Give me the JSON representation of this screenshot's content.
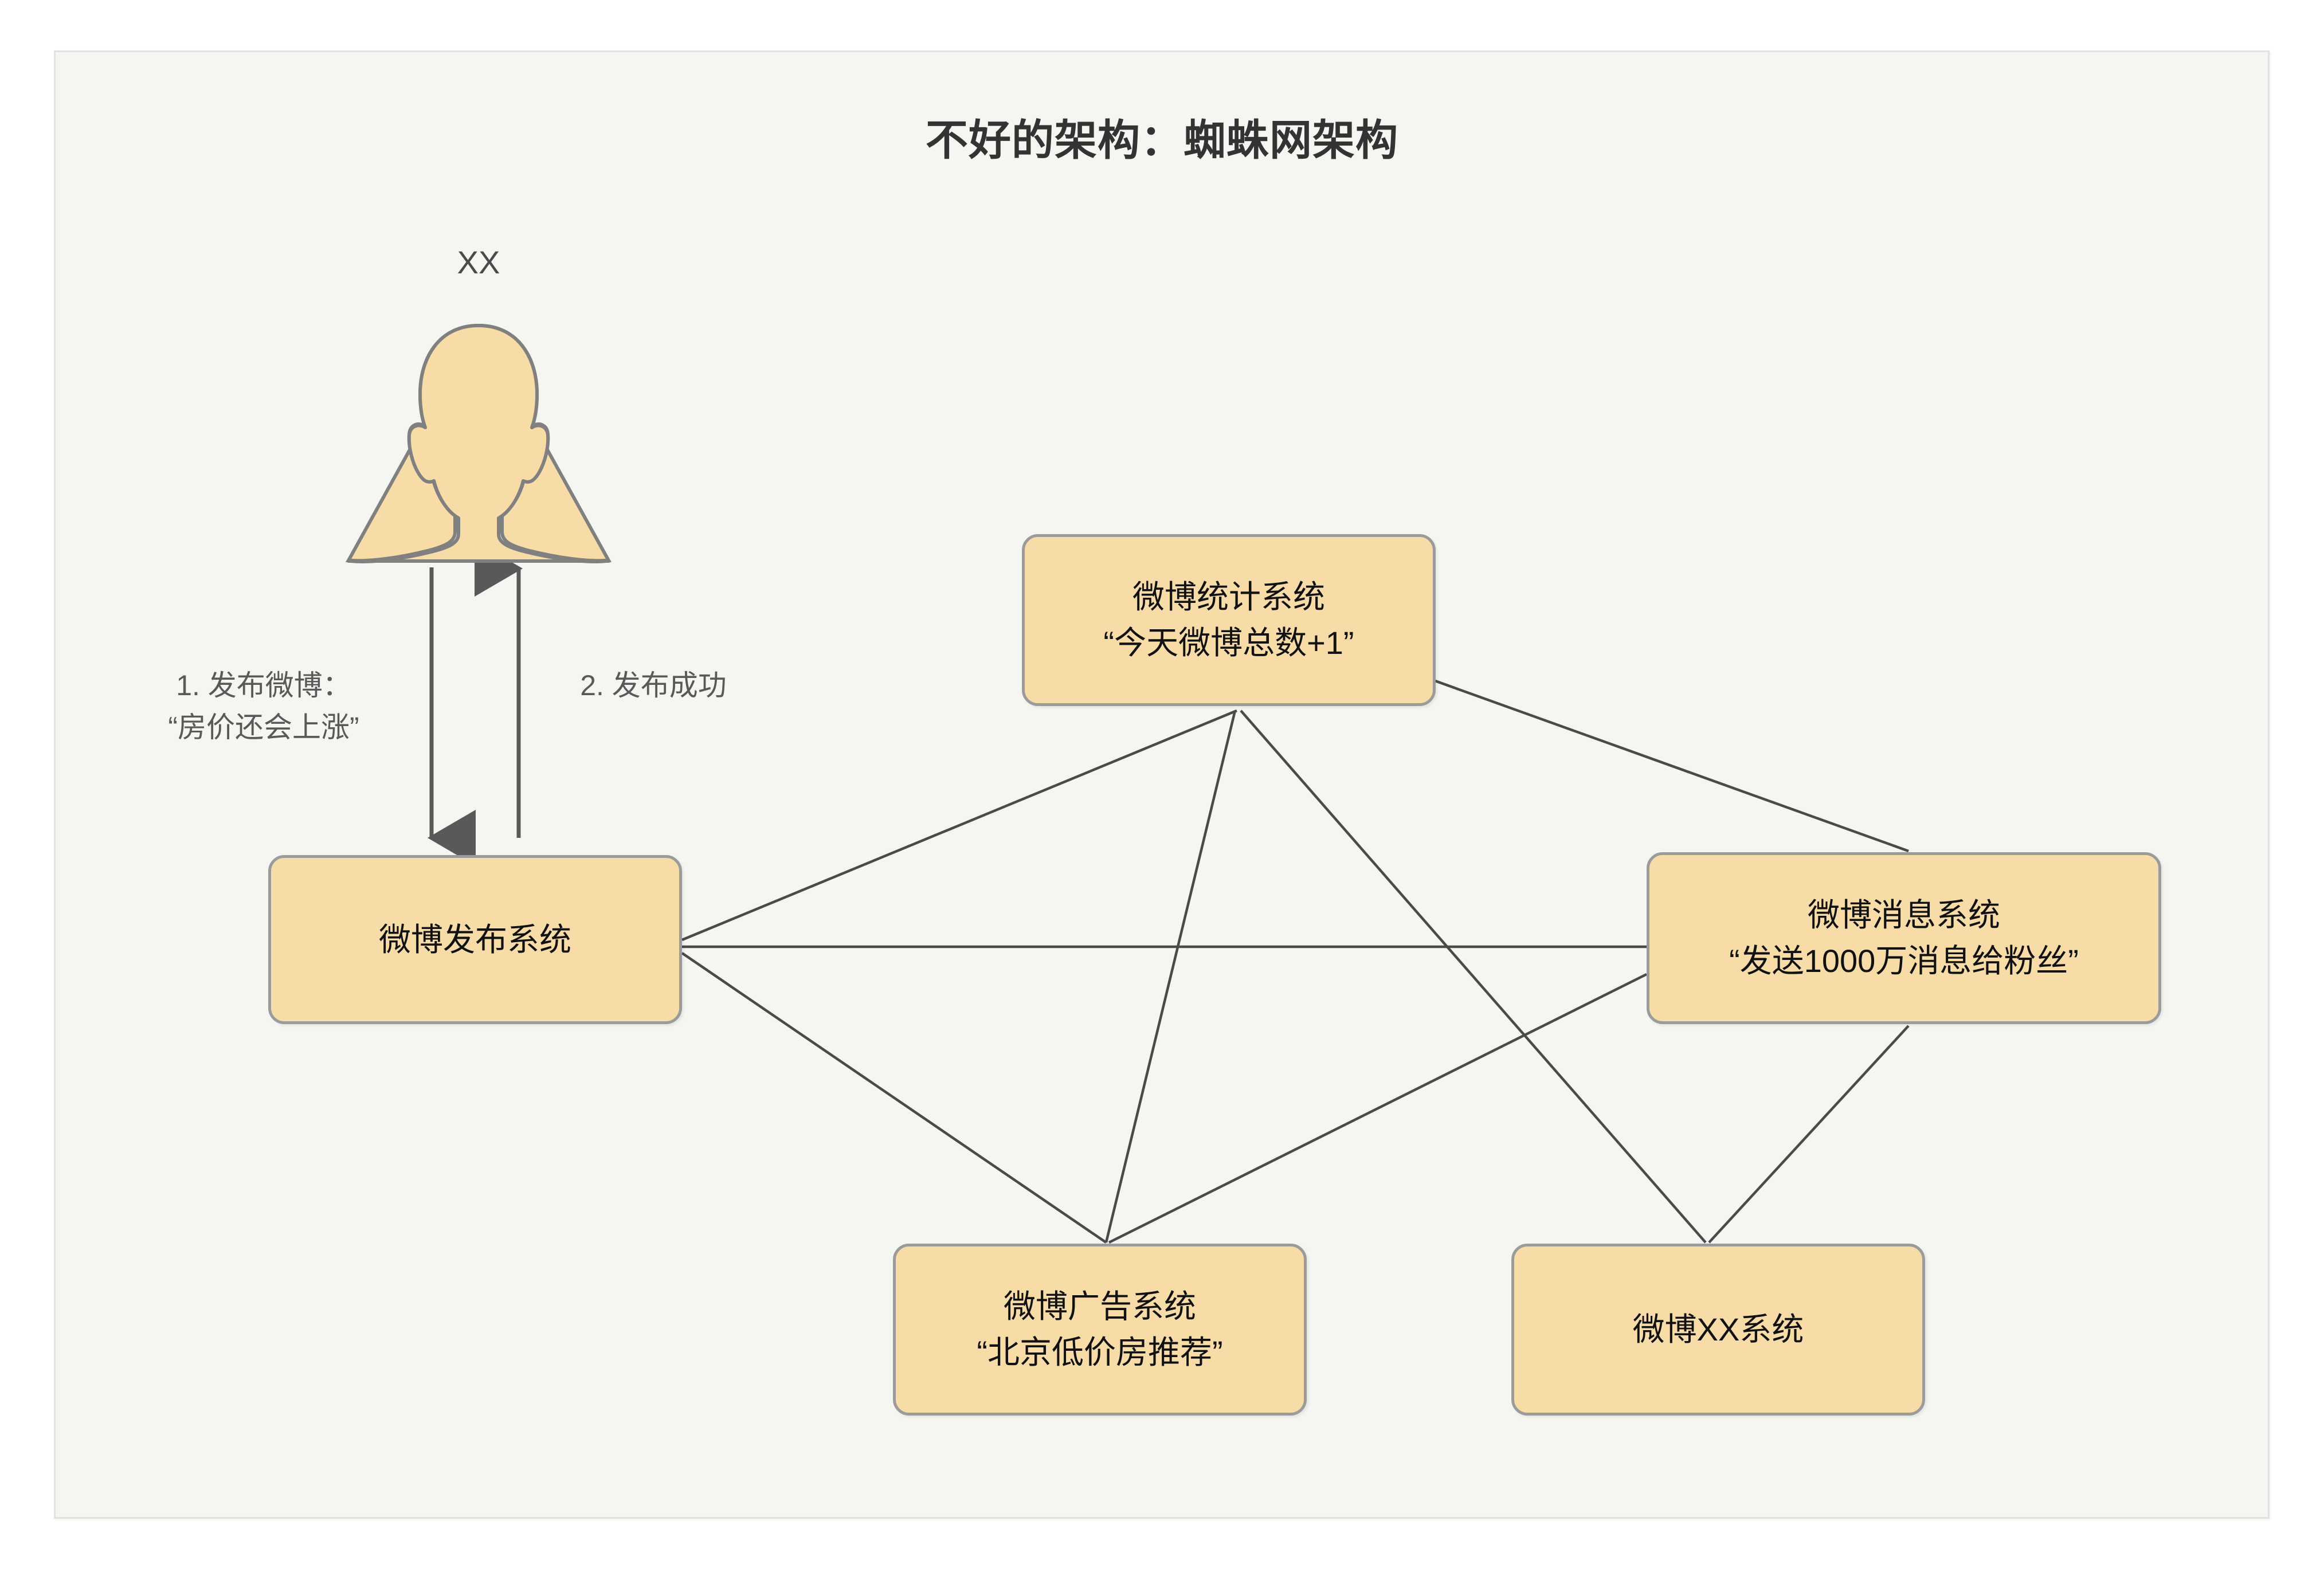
{
  "title": "不好的架构：蜘蛛网架构",
  "colors": {
    "canvas_bg": "#F5F6F1",
    "node_fill": "#F7DCA8",
    "node_border": "#9B9B9B",
    "edge": "#4A4A4A",
    "title_text": "#333333",
    "label_text": "#595959",
    "avatar_fill": "#F7DCA8",
    "avatar_stroke": "#808080"
  },
  "actor": {
    "label": "XX",
    "icon": "user-avatar-icon"
  },
  "flow_labels": [
    {
      "id": "step1",
      "text": "1. 发布微博：\n“房价还会上涨”",
      "direction": "down"
    },
    {
      "id": "step2",
      "text": "2. 发布成功",
      "direction": "up"
    }
  ],
  "nodes": [
    {
      "id": "publish",
      "line1": "微博发布系统",
      "line2": ""
    },
    {
      "id": "stats",
      "line1": "微博统计系统",
      "line2": "“今天微博总数+1”"
    },
    {
      "id": "message",
      "line1": "微博消息系统",
      "line2": "“发送1000万消息给粉丝”"
    },
    {
      "id": "ad",
      "line1": "微博广告系统",
      "line2": "“北京低价房推荐”"
    },
    {
      "id": "xx",
      "line1": "微博XX系统",
      "line2": ""
    }
  ],
  "edges": [
    {
      "from": "publish",
      "to": "stats"
    },
    {
      "from": "publish",
      "to": "message"
    },
    {
      "from": "publish",
      "to": "ad"
    },
    {
      "from": "stats",
      "to": "ad"
    },
    {
      "from": "stats",
      "to": "xx"
    },
    {
      "from": "stats",
      "to": "message"
    },
    {
      "from": "message",
      "to": "ad"
    },
    {
      "from": "message",
      "to": "xx"
    }
  ]
}
